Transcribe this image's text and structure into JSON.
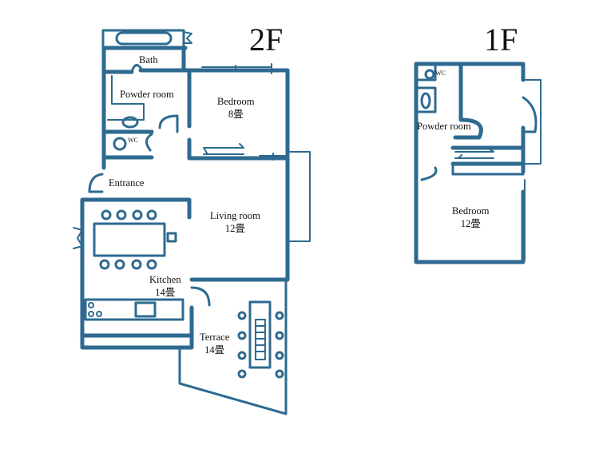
{
  "floors": [
    {
      "name": "2F",
      "rooms": [
        {
          "label": "Bath"
        },
        {
          "label": "Powder room"
        },
        {
          "label": "WC"
        },
        {
          "label": "Bedroom",
          "size": "8畳"
        },
        {
          "label": "Entrance"
        },
        {
          "label": "Living room",
          "size": "12畳"
        },
        {
          "label": "Kitchen",
          "size": "14畳"
        },
        {
          "label": "Terrace",
          "size": "14畳"
        }
      ]
    },
    {
      "name": "1F",
      "rooms": [
        {
          "label": "WC"
        },
        {
          "label": "Powder room"
        },
        {
          "label": "Bedroom",
          "size": "12畳"
        }
      ]
    }
  ],
  "colors": {
    "wall": "#2e6a90"
  }
}
